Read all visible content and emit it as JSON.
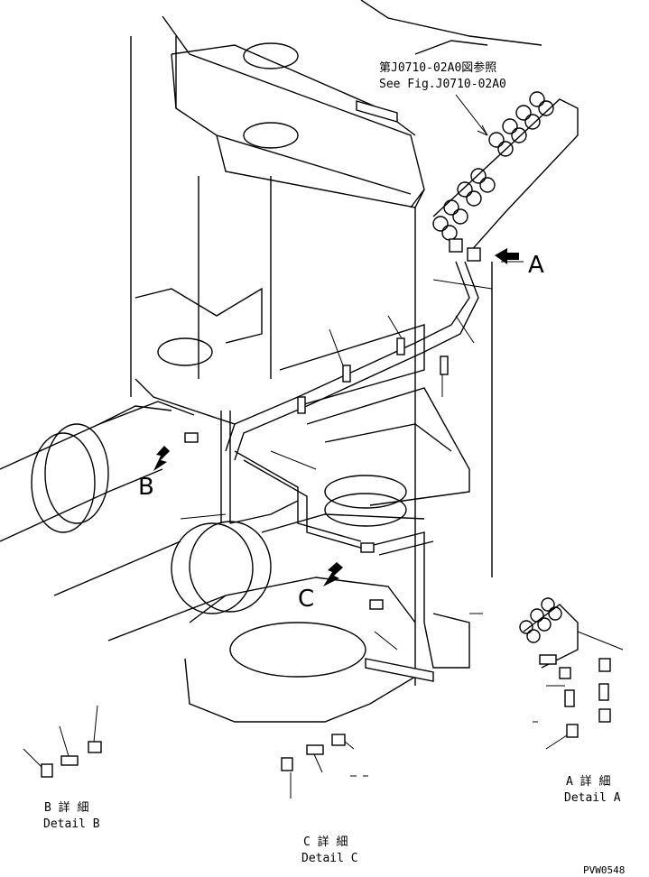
{
  "figure": {
    "reference_jp": "第J0710-02A0図参照",
    "reference_en": "See Fig.J0710-02A0",
    "callout_a": "A",
    "callout_b": "B",
    "callout_c": "C",
    "detail_a_jp": "A 詳 細",
    "detail_a_en": "Detail A",
    "detail_b_jp": "B 詳 細",
    "detail_b_en": "Detail B",
    "detail_c_jp": "C 詳 細",
    "detail_c_en": "Detail C",
    "drawing_code": "PVW0548"
  }
}
